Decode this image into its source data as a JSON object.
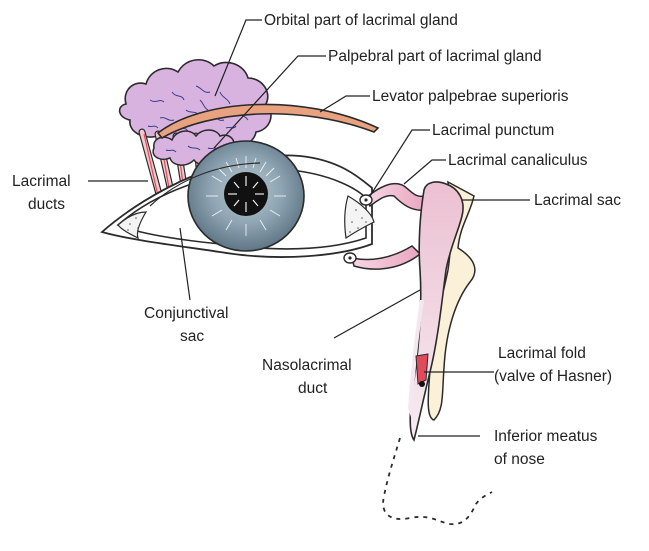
{
  "labels": {
    "orbital_gland": "Orbital part of lacrimal gland",
    "palpebral_gland": "Palpebral part of lacrimal gland",
    "levator": "Levator palpebrae superioris",
    "punctum": "Lacrimal punctum",
    "canaliculus": "Lacrimal canaliculus",
    "sac": "Lacrimal sac",
    "ducts_line1": "Lacrimal",
    "ducts_line2": "ducts",
    "conjunctival_line1": "Conjunctival",
    "conjunctival_line2": "sac",
    "nasolacrimal_line1": "Nasolacrimal",
    "nasolacrimal_line2": "duct",
    "fold_line1": "Lacrimal fold",
    "fold_line2": "(valve of Hasner)",
    "meatus_line1": "Inferior meatus",
    "meatus_line2": "of nose"
  },
  "colors": {
    "gland": "#d9b3e0",
    "levator": "#e9a27f",
    "iris": "#7f97a6",
    "pupil": "#111111",
    "canal": "#f2c4d6",
    "nasal_wall": "#fbf1d8",
    "ducts": "#e04a5a"
  }
}
